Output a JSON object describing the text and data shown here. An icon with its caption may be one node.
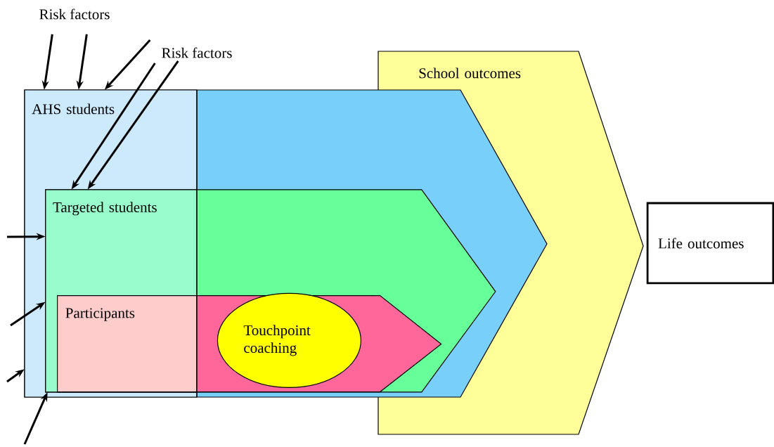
{
  "diagram": {
    "nodes": [
      {
        "text": [
          "AHS students"
        ]
      },
      {
        "text": [
          "School outcomes"
        ]
      },
      {
        "text": [
          "Targeted students"
        ],
        "in": 0
      },
      {
        "text": [
          "Participants"
        ],
        "in": 2
      },
      {
        "text": [
          "Touchpoint coaching"
        ],
        "in": 3
      },
      {
        "text": [
          "Life outcomes"
        ]
      },
      {
        "text": [
          "Risk factors"
        ]
      },
      {
        "text": [
          "Risk factors"
        ]
      }
    ],
    "edges": [
      {
        "from": 6,
        "to": 0,
        "arrow": "to"
      },
      {
        "from": 6,
        "to": 0,
        "arrow": "to"
      },
      {
        "from": 7,
        "to": 0,
        "arrow": "to"
      },
      {
        "from": 7,
        "to": 2,
        "arrow": "to"
      },
      {
        "from": 7,
        "to": 2,
        "arrow": "to"
      },
      {
        "from": null,
        "to": 2,
        "arrow": "to"
      },
      {
        "from": null,
        "to": 2,
        "arrow": "to"
      },
      {
        "from": null,
        "to": 0,
        "arrow": "to"
      },
      {
        "from": null,
        "to": 2,
        "arrow": "to"
      }
    ]
  }
}
